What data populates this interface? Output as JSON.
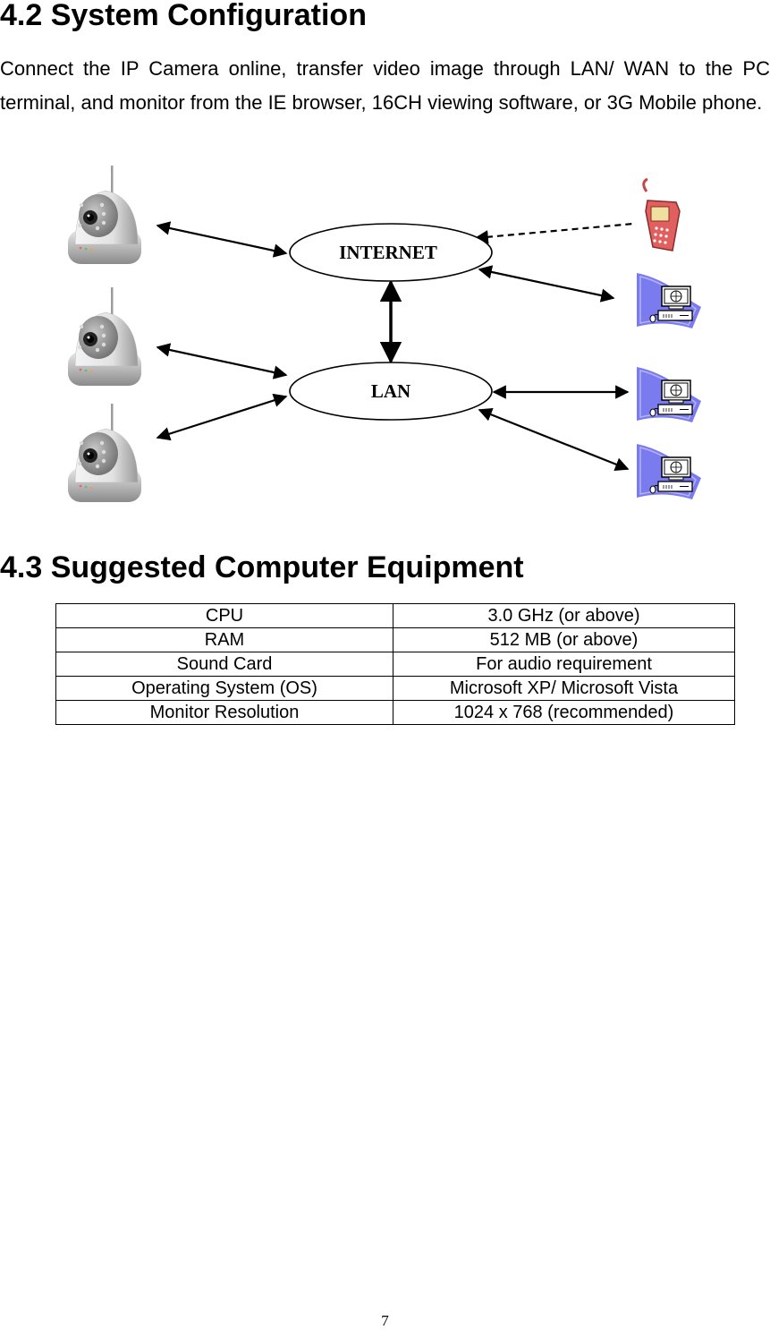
{
  "section_42": {
    "heading": "4.2 System Configuration",
    "intro": "Connect the IP Camera online, transfer video image through LAN/ WAN to the PC terminal, and monitor from the IE browser, 16CH viewing software, or 3G Mobile phone."
  },
  "diagram": {
    "internet_label": "INTERNET",
    "lan_label": "LAN",
    "devices": [
      "ip-camera",
      "ip-camera",
      "ip-camera",
      "mobile-phone",
      "computer",
      "computer",
      "computer"
    ]
  },
  "section_43": {
    "heading": "4.3 Suggested Computer Equipment",
    "table": [
      {
        "item": "CPU",
        "value": "3.0 GHz (or above)"
      },
      {
        "item": "RAM",
        "value": "512 MB (or above)"
      },
      {
        "item": "Sound Card",
        "value": "For audio requirement"
      },
      {
        "item": "Operating System (OS)",
        "value": "Microsoft XP/ Microsoft Vista"
      },
      {
        "item": "Monitor Resolution",
        "value": "1024 x 768 (recommended)"
      }
    ]
  },
  "page_number": "7"
}
